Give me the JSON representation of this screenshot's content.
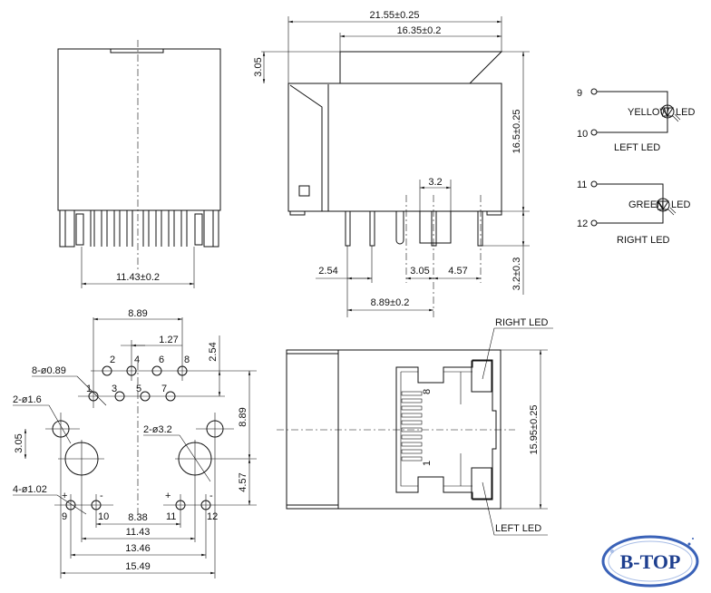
{
  "front_view": {
    "width_dim": "11.43±0.2"
  },
  "side_view": {
    "overall_length": "21.55±0.25",
    "body_length": "16.35±0.2",
    "step_height": "3.05",
    "height": "16.5±0.25",
    "pin_length": "3.2±0.3",
    "post_width": "3.2",
    "pin_pitch": "2.54",
    "post_offset": "3.05",
    "led_offset": "4.57",
    "pin_span": "8.89±0.2"
  },
  "footprint": {
    "pin_row_span": "8.89",
    "pin_pitch": "1.27",
    "row_offset": "2.54",
    "pin_holes": "8-ø0.89",
    "small_holes": "2-ø1.6",
    "post_holes": "2-ø3.2",
    "led_holes": "4-ø1.02",
    "small_hole_offset": "3.05",
    "vert_span": "8.89",
    "led_row_offset": "4.57",
    "led_inner": "8.38",
    "post_span": "11.43",
    "led_outer": "13.46",
    "small_span": "15.49",
    "pin_numbers": [
      "1",
      "2",
      "3",
      "4",
      "5",
      "6",
      "7",
      "8"
    ],
    "led_numbers": [
      "9",
      "10",
      "11",
      "12"
    ],
    "polarity": [
      "+",
      "-",
      "+",
      "-"
    ]
  },
  "jack_view": {
    "right_led": "RIGHT LED",
    "left_led": "LEFT LED",
    "height": "15.95±0.25",
    "pin8": "8",
    "pin1": "1"
  },
  "schematic": {
    "left": {
      "pin_a": "9",
      "pin_b": "10",
      "color": "YELLOW",
      "led": "LED",
      "title": "LEFT LED"
    },
    "right": {
      "pin_a": "11",
      "pin_b": "12",
      "color": "GREEN",
      "led": "LED",
      "title": "RIGHT LED"
    }
  },
  "logo": {
    "text": "B-TOP"
  }
}
